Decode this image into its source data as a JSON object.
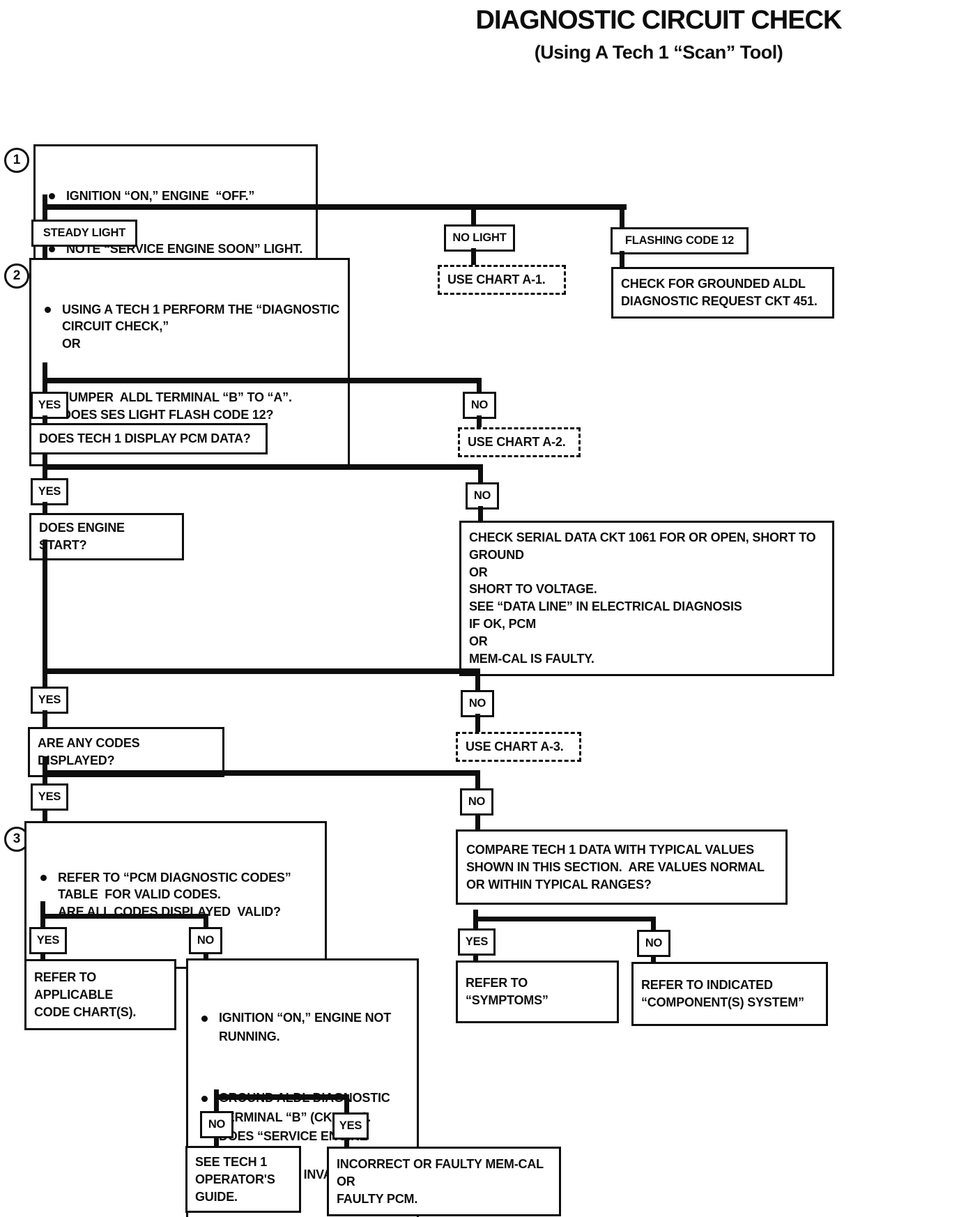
{
  "header": {
    "title": "DIAGNOSTIC CIRCUIT CHECK",
    "subtitle": "(Using A Tech 1 “Scan” Tool)"
  },
  "labels": {
    "yes": "YES",
    "no": "NO"
  },
  "markers": {
    "step1": "1",
    "step2": "2",
    "step3": "3"
  },
  "nodes": {
    "start": {
      "bullet1": "IGNITION “ON,” ENGINE  “OFF.”",
      "bullet2": "NOTE “SERVICE ENGINE SOON” LIGHT."
    },
    "steady_light": "STEADY LIGHT",
    "no_light": "NO LIGHT",
    "flashing_code_12": "FLASHING CODE 12",
    "use_chart_a1": "USE CHART A-1.",
    "check_grounded_aldl": "CHECK FOR GROUNDED ALDL\nDIAGNOSTIC REQUEST CKT 451.",
    "tech1_diagnostic": {
      "bullet1": "USING A TECH 1 PERFORM THE “DIAGNOSTIC\nCIRCUIT CHECK,”\nOR",
      "bullet2": "JUMPER  ALDL TERMINAL “B” TO “A”.\nDOES SES LIGHT FLASH CODE 12?"
    },
    "does_tech1_display": "DOES TECH 1 DISPLAY PCM DATA?",
    "use_chart_a2": "USE CHART A-2.",
    "does_engine_start": "DOES ENGINE START?",
    "check_serial_data": "CHECK SERIAL DATA CKT 1061 FOR OR OPEN, SHORT TO\nGROUND\nOR\nSHORT TO VOLTAGE.\nSEE “DATA LINE” IN ELECTRICAL DIAGNOSIS\nIF OK, PCM\nOR\nMEM-CAL IS FAULTY.",
    "are_codes_displayed": "ARE ANY CODES DISPLAYED?",
    "use_chart_a3": "USE CHART A-3.",
    "refer_pcm_codes": {
      "bullet1": "REFER TO “PCM DIAGNOSTIC CODES”\nTABLE  FOR VALID CODES.\nARE ALL CODES DISPLAYED  VALID?"
    },
    "compare_tech1_data": "COMPARE TECH 1 DATA WITH TYPICAL VALUES\nSHOWN IN THIS SECTION.  ARE VALUES NORMAL\nOR WITHIN TYPICAL RANGES?",
    "refer_code_charts": "REFER TO APPLICABLE\nCODE CHART(S).",
    "ignition_not_running": {
      "bullet1": "IGNITION “ON,” ENGINE NOT\nRUNNING.",
      "bullet2": "GROUND ALDL DIAGNOSTIC\nTERMINAL “B” (CKT 451).\nDOES “SERVICE ENGINE SOON”\nLIGHT FLASH INVALID CODE?"
    },
    "refer_symptoms": "REFER TO “SYMPTOMS”",
    "refer_component_system": "REFER TO INDICATED\n“COMPONENT(S) SYSTEM”",
    "see_tech1_guide": "SEE TECH 1\nOPERATOR'S\nGUIDE.",
    "incorrect_memcal": "INCORRECT OR FAULTY MEM-CAL\nOR\nFAULTY PCM."
  }
}
